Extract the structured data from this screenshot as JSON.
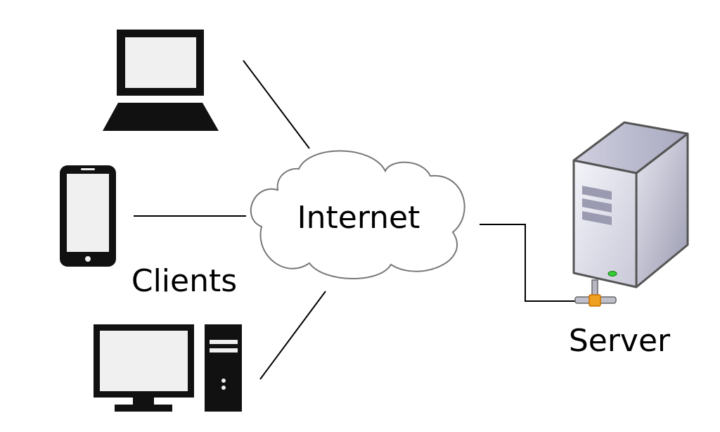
{
  "labels": {
    "internet": "Internet",
    "clients": "Clients",
    "server": "Server"
  },
  "nodes": {
    "clients": [
      "laptop-icon",
      "smartphone-icon",
      "desktop-computer-icon"
    ],
    "network": "cloud-icon",
    "server": "server-tower-icon"
  },
  "connections": [
    {
      "from": "laptop",
      "to": "internet"
    },
    {
      "from": "smartphone",
      "to": "internet"
    },
    {
      "from": "desktop",
      "to": "internet"
    },
    {
      "from": "internet",
      "to": "server"
    }
  ],
  "colors": {
    "icon": "#111111",
    "screen": "#f0f0f0",
    "line": "#000000",
    "cloud_stroke": "#777777",
    "server_body": "#dcdce8",
    "server_accent": "#f0a020",
    "server_led": "#33cc33"
  }
}
